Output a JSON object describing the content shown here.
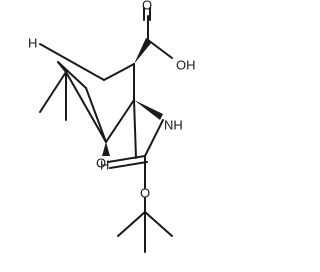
{
  "labels": {
    "h_top": "H",
    "h_bottom": "H",
    "oh": "OH",
    "nh": "NH",
    "o_carbonyl_acid": "O",
    "o_carbonyl_carbamate": "O",
    "o_ester": "O"
  },
  "colors": {
    "bond": "#1a1a1a",
    "text": "#1a1a1a",
    "background": "#ffffff"
  }
}
